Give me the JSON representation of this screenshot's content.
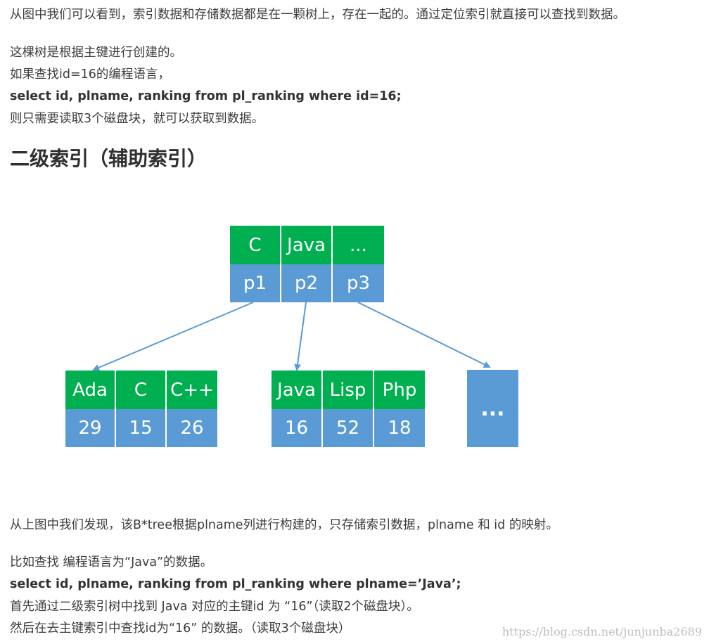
{
  "paragraphs_top": [
    "从图中我们可以看到，索引数据和存储数据都是在一颗树上，存在一起的。通过定位索引就直接可以查找到数据。",
    "这棵树是根据主键进行创建的。",
    "如果查找id=16的编程语言，",
    "select id, plname, ranking from pl_ranking where id=16;",
    "则只需要读取3个磁盘块，就可以获取到数据。"
  ],
  "heading": "二级索引（辅助索引）",
  "diagram": {
    "root": {
      "keys": [
        "C",
        "Java",
        "..."
      ],
      "pointers": [
        "p1",
        "p2",
        "p3"
      ]
    },
    "leaves": [
      {
        "keys": [
          "Ada",
          "C",
          "C++"
        ],
        "values": [
          "29",
          "15",
          "26"
        ]
      },
      {
        "keys": [
          "Java",
          "Lisp",
          "Php"
        ],
        "values": [
          "16",
          "52",
          "18"
        ]
      }
    ],
    "more_label": "...",
    "colors": {
      "key_cell": "#00b050",
      "value_cell": "#5b9bd5",
      "arrow": "#5b9bd5"
    }
  },
  "paragraphs_bottom": [
    "从上图中我们发现，该B*tree根据plname列进行构建的，只存储索引数据，plname 和 id 的映射。",
    "比如查找 编程语言为“Java”的数据。",
    "select id, plname, ranking from pl_ranking where plname=’Java’;",
    "首先通过二级索引树中找到 Java 对应的主键id 为 “16”（读取2个磁盘块）。",
    "然后在去主键索引中查找id为“16” 的数据。（读取3个磁盘块）"
  ],
  "watermark": "https://blog.csdn.net/junjunba2689"
}
